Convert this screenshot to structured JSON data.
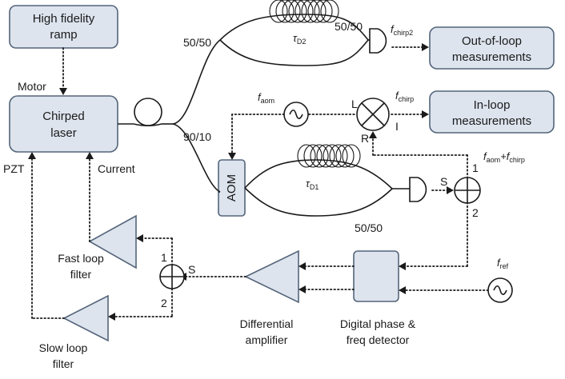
{
  "boxes": {
    "ramp": [
      "High fidelity",
      "ramp"
    ],
    "laser": [
      "Chirped",
      "laser"
    ],
    "out_loop": [
      "Out-of-loop",
      "measurements"
    ],
    "in_loop": [
      "In-loop",
      "measurements"
    ],
    "aom": "AOM"
  },
  "labels": {
    "motor": "Motor",
    "pzt": "PZT",
    "current": "Current",
    "split_top": "50/50",
    "split_top_right": "50/50",
    "split_main": "90/10",
    "split_bottom_right": "50/50",
    "mixer_L": "L",
    "mixer_R": "R",
    "mixer_I": "I",
    "sum_right_S": "S",
    "sum_right_1": "1",
    "sum_right_2": "2",
    "sum_left_S": "S",
    "sum_left_1": "1",
    "sum_left_2": "2"
  },
  "symbols": {
    "tau": "τ",
    "tau_d2_sub": "D2",
    "tau_d1_sub": "D1",
    "f_chirp2": {
      "f": "f",
      "sub": "chirp2"
    },
    "f_aom": {
      "f": "f",
      "sub": "aom"
    },
    "f_chirp": {
      "f": "f",
      "sub": "chirp"
    },
    "f_sum": {
      "f1": "f",
      "sub1": "aom",
      "plus": "+",
      "f2": "f",
      "sub2": "chirp"
    },
    "f_ref": {
      "f": "f",
      "sub": "ref"
    }
  },
  "blocks": {
    "fast_filter": [
      "Fast loop",
      "filter"
    ],
    "slow_filter": [
      "Slow loop",
      "filter"
    ],
    "diff_amp": [
      "Differential",
      "amplifier"
    ],
    "phase_det": [
      "Digital phase &",
      "freq detector"
    ]
  }
}
